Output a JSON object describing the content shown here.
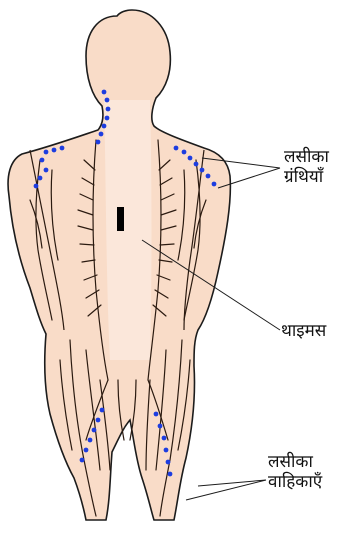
{
  "diagram": {
    "labels": {
      "lymph_glands": [
        "लसीका",
        "ग्रंथियाँ"
      ],
      "thymus": "थाइमस",
      "lymph_vessels": [
        "लसीका",
        "वाहिकाएँ"
      ]
    },
    "colors": {
      "skin": "#f9dcc8",
      "outline": "#1c1c1c",
      "vessel": "#2b1a10",
      "node": "#1d3de0",
      "thymus": "#000000"
    }
  }
}
